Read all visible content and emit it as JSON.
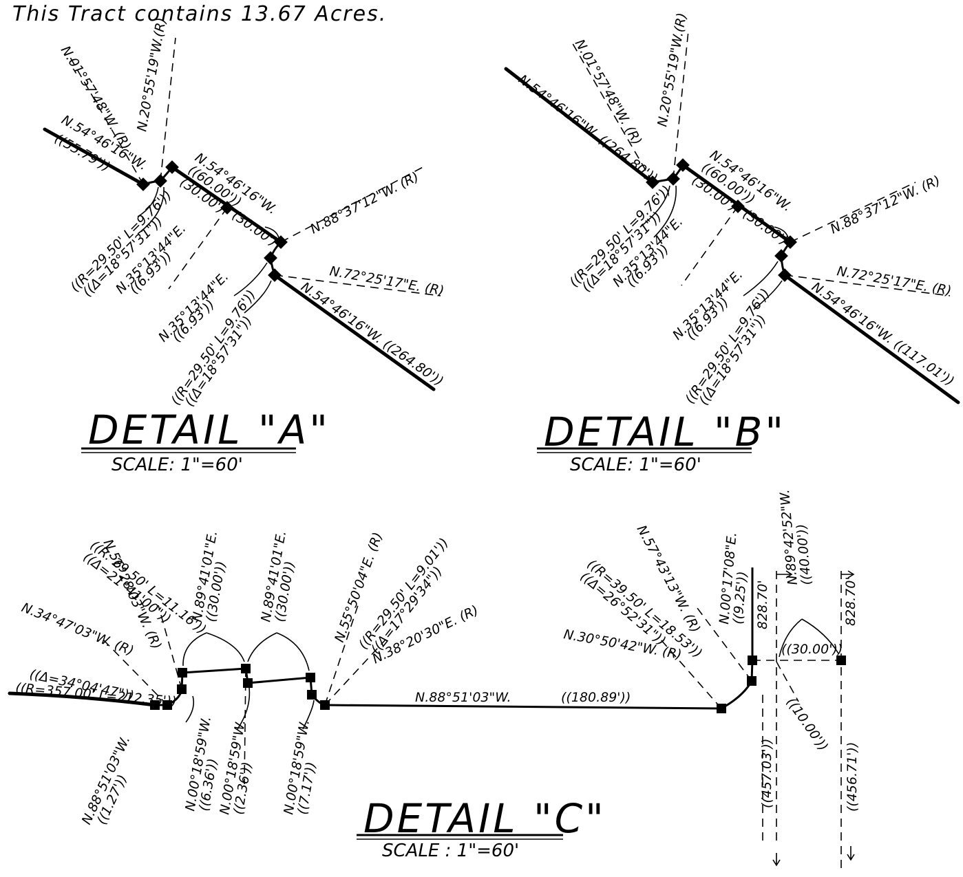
{
  "header_note": "This Tract contains 13.67 Acres.",
  "detail_a": {
    "title": "DETAIL \"A\"",
    "scale": "SCALE: 1\"=60'",
    "labels": {
      "n01": "N.01°57'48\"W. (R)",
      "n20": "N.20°55'19\"W.(R)",
      "nw_main": "N.54°46'16\"W.",
      "nw_main_dist": "((55.79'))",
      "mid_bearing": "N.54°46'16\"W.",
      "mid_dist": "((60.00'))",
      "half1": "(30.00')",
      "half2": "(30.00')",
      "n88": "N.88°37'12\"W. (R)",
      "n72": "N.72°25'17\"E. (R)",
      "se_main": "N.54°46'16\"W. ((264.80'))",
      "curve1_a": "((R=29.50' L=9.76'))",
      "curve1_b": "((Δ=18°57'31\"))",
      "n35_1a": "N.35°13'44\"E.",
      "n35_1b": "((6.93'))",
      "n35_2a": "N.35°13'44\"E.",
      "n35_2b": "((6.93'))",
      "curve2_a": "((R=29.50' L=9.76'))",
      "curve2_b": "((Δ=18°57'31\"))"
    }
  },
  "detail_b": {
    "title": "DETAIL \"B\"",
    "scale": "SCALE: 1\"=60'",
    "labels": {
      "nw_main": "N.54°46'16\"W. ((264.80'))",
      "n01": "N.01°57'48\"W. (R)",
      "n20": "N.20°55'19\"W.(R)",
      "mid_bearing": "N.54°46'16\"W.",
      "mid_dist": "((60.00'))",
      "half1": "(30.00')",
      "half2": "(30.00')",
      "n88": "N.88°37'12\"W. (R)",
      "n72": "N.72°25'17\"E. (R)",
      "se_main": "N.54°46'16\"W. ((117.01'))",
      "curve1_a": "((R=29.50' L=9.76'))",
      "curve1_b": "((Δ=18°57'31\"))",
      "n35_1a": "N.35°13'44\"E.",
      "n35_1b": "((6.93'))",
      "n35_2a": "N.35°13'44\"E.",
      "n35_2b": "((6.93'))",
      "curve2_a": "((R=29.50' L=9.76'))",
      "curve2_b": "((Δ=18°57'31\"))"
    }
  },
  "detail_c": {
    "title": "DETAIL \"C\"",
    "scale": "SCALE : 1\"=60'",
    "labels": {
      "curve_a1": "((R: 29.50' L=11.16'))",
      "curve_a2": "((Δ=21°41'00\"))",
      "n56": "N.56°28'03\"W. (R)",
      "n34": "N.34°47'03\"W. (R)",
      "curve_big1": "((Δ=34°04'47\"))",
      "curve_big2": "((R=357.00' L=212.35'))",
      "n89_1a": "N.89°41'01\"E.",
      "n89_1b": "((30.00'))",
      "n89_2a": "N.89°41'01\"E.",
      "n89_2b": "((30.00'))",
      "n55": "N.55°50'04\"E. (R)",
      "curve_c1": "((R=29.50' L=9.01'))",
      "curve_c2": "((Δ=17°29'34\"))",
      "n38": "N.38°20'30\"E. (R)",
      "n88_main": "N.88°51'03\"W.",
      "n88_dist": "((180.89'))",
      "n88_small1": "N.88°51'03\"W.",
      "n88_small2": "((1.27'))",
      "n00_1a": "N.00°18'59\"W.",
      "n00_1b": "((6.36'))",
      "n00_2a": "N.00°18'59\"W.",
      "n00_2b": "((2.36'))",
      "n00_3a": "N.00°18'59\"W.",
      "n00_3b": "((7.17'))",
      "n57": "N.57°43'13\"W. (R)",
      "curve_d1": "((R=39.50' L=18.53'))",
      "curve_d2": "((Δ=26°52'31\"))",
      "n30": "N.30°50'42\"W. (R)",
      "n00_17a": "N.00°17'08\"E.",
      "n00_17b": "((9.25'))",
      "v828_1": "828.70'",
      "v828_2": "828.70'",
      "n89_52a": "N.89°42'52\"W.",
      "n89_52b": "((40.00'))",
      "d30": "((30.00'))",
      "d10": "((10.00'))",
      "d457": "((457.03'))",
      "d456": "((456.71'))"
    }
  }
}
